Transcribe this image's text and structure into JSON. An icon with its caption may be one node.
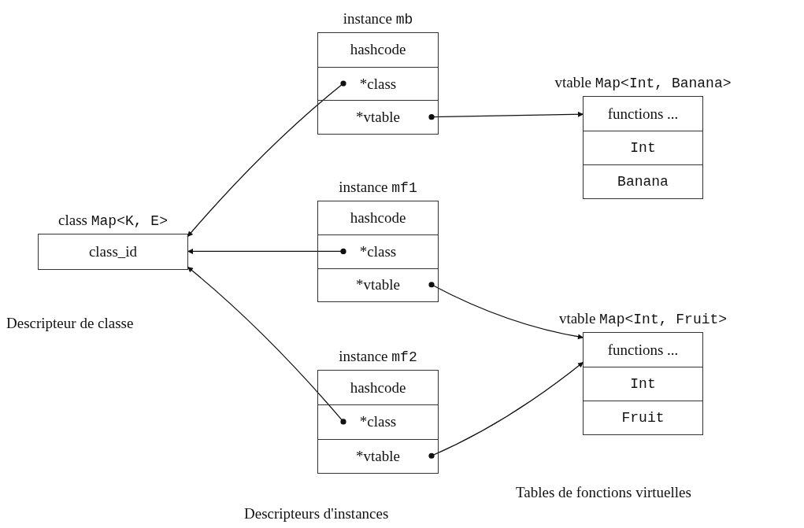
{
  "diagram": {
    "nodes": [
      {
        "text": [
          "class Map<K, E>"
        ]
      },
      {
        "text": [
          "class_id"
        ],
        "in": 0
      },
      {
        "text": [
          "instance mb"
        ]
      },
      {
        "text": [
          "hashcode"
        ],
        "in": 2
      },
      {
        "text": [
          "*class"
        ],
        "in": 2
      },
      {
        "text": [
          "*vtable"
        ],
        "in": 2
      },
      {
        "text": [
          "instance mf1"
        ]
      },
      {
        "text": [
          "hashcode"
        ],
        "in": 6
      },
      {
        "text": [
          "*class"
        ],
        "in": 6
      },
      {
        "text": [
          "*vtable"
        ],
        "in": 6
      },
      {
        "text": [
          "instance mf2"
        ]
      },
      {
        "text": [
          "hashcode"
        ],
        "in": 10
      },
      {
        "text": [
          "*class"
        ],
        "in": 10
      },
      {
        "text": [
          "*vtable"
        ],
        "in": 10
      },
      {
        "text": [
          "vtable Map<Int, Banana>"
        ]
      },
      {
        "text": [
          "functions ..."
        ],
        "in": 14
      },
      {
        "text": [
          "Int"
        ],
        "in": 14
      },
      {
        "text": [
          "Banana"
        ],
        "in": 14
      },
      {
        "text": [
          "vtable Map<Int, Fruit>"
        ]
      },
      {
        "text": [
          "functions ..."
        ],
        "in": 18
      },
      {
        "text": [
          "Int"
        ],
        "in": 18
      },
      {
        "text": [
          "Fruit"
        ],
        "in": 18
      }
    ],
    "edges": [
      {
        "from": 4,
        "to": 1,
        "arrow": "to"
      },
      {
        "from": 5,
        "to": 15,
        "arrow": "to"
      },
      {
        "from": 8,
        "to": 1,
        "arrow": "to"
      },
      {
        "from": 9,
        "to": 19,
        "arrow": "to"
      },
      {
        "from": 12,
        "to": 1,
        "arrow": "to"
      },
      {
        "from": 13,
        "to": 19,
        "arrow": "to"
      }
    ],
    "labels": [
      "Descripteur de classe",
      "Tables de fonctions virtuelles",
      "Descripteurs d'instances"
    ]
  }
}
